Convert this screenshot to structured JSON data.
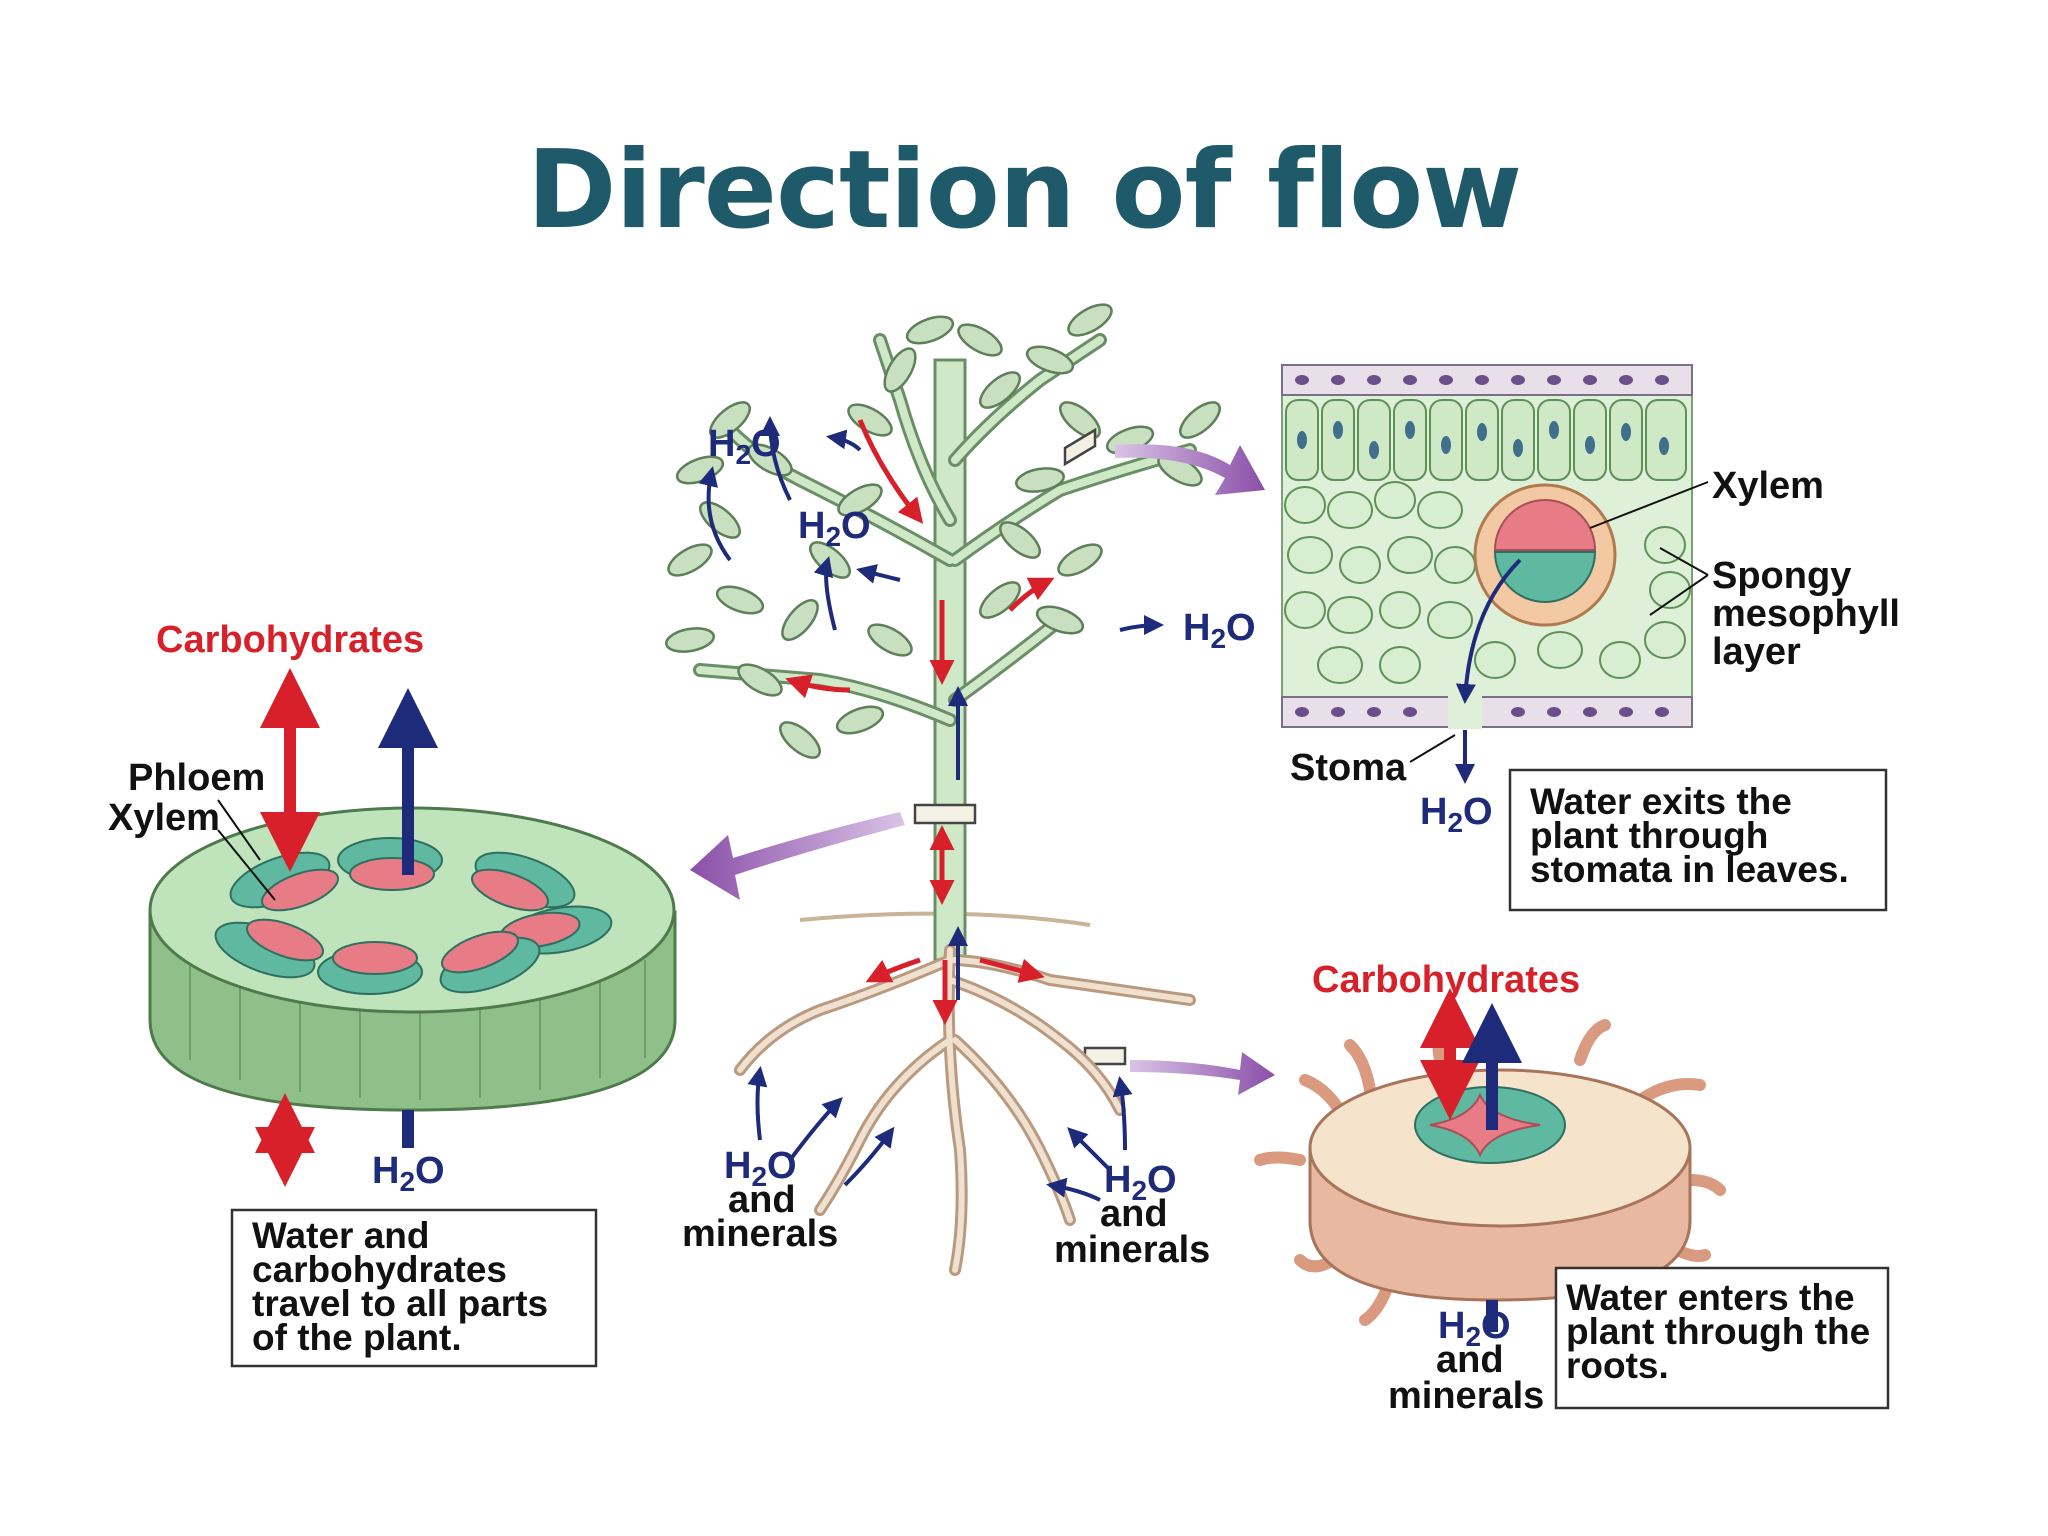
{
  "title": "Direction of flow",
  "colors": {
    "title": "#1f5a6b",
    "carbohydrates_arrow": "#d8202a",
    "water_arrow": "#1e2a7a",
    "xylem": "#e87c86",
    "phloem": "#5fb8a0",
    "stem_green": "#a9d8a6",
    "root_tan": "#e9b8a0",
    "purple_arrow": "#8b4fa8"
  },
  "labels": {
    "h2o": "H",
    "h2o_sub": "2",
    "h2o_o": "O",
    "xylem": "Xylem",
    "phloem": "Phloem",
    "spongy": "Spongy",
    "mesophyll": "mesophyll",
    "layer": "layer",
    "stoma": "Stoma",
    "carbohydrates": "Carbohydrates",
    "and": "and",
    "minerals": "minerals"
  },
  "boxes": {
    "stem": [
      "Water and",
      "carbohydrates",
      "travel to all parts",
      "of the plant."
    ],
    "leaf": [
      "Water exits the",
      "plant through",
      "stomata in leaves."
    ],
    "root": [
      "Water enters the",
      "plant through the",
      "roots."
    ]
  }
}
